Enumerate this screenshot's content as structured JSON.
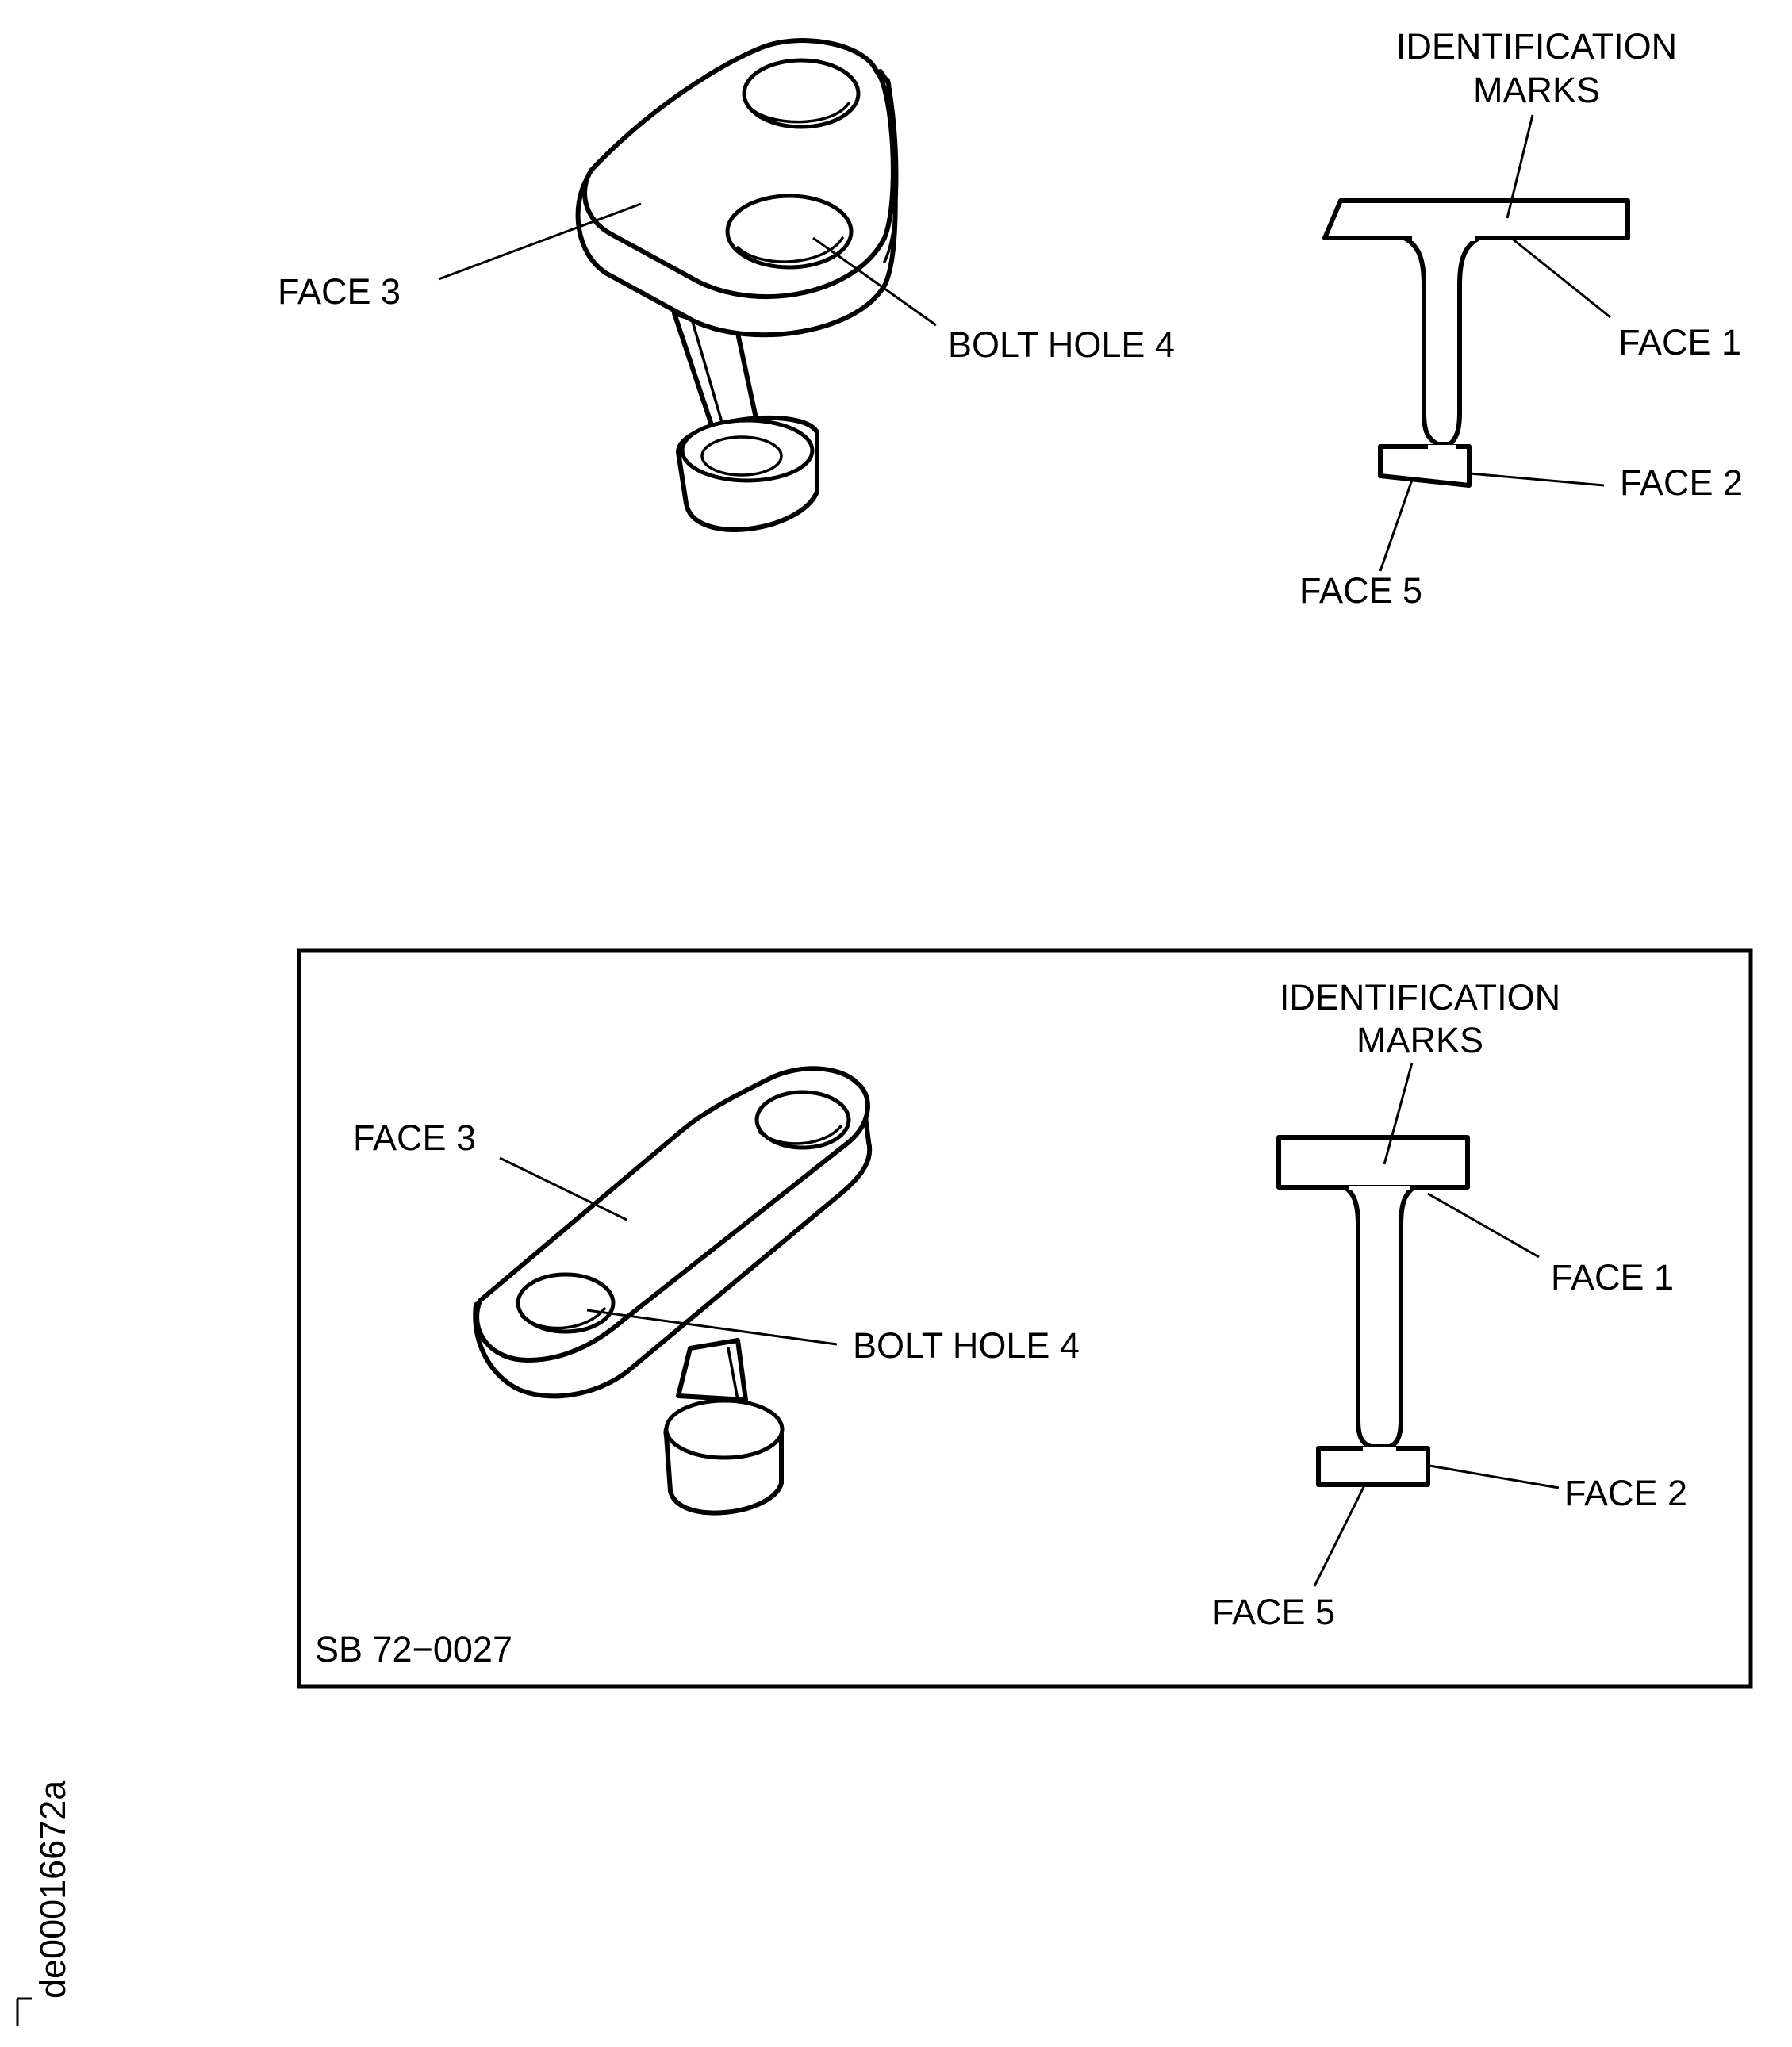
{
  "figure_id": "de00016672a",
  "top_view": {
    "labels": {
      "face3": "FACE 3",
      "bolt_hole": "BOLT HOLE 4",
      "identification": [
        "IDENTIFICATION",
        "MARKS"
      ],
      "face1": "FACE 1",
      "face2": "FACE 2",
      "face5": "FACE 5"
    }
  },
  "bottom_view": {
    "labels": {
      "face3": "FACE 3",
      "bolt_hole": "BOLT HOLE 4",
      "identification": [
        "IDENTIFICATION",
        "MARKS"
      ],
      "face1": "FACE 1",
      "face2": "FACE 2",
      "face5": "FACE 5"
    },
    "service_bulletin": "SB 72−0027"
  }
}
